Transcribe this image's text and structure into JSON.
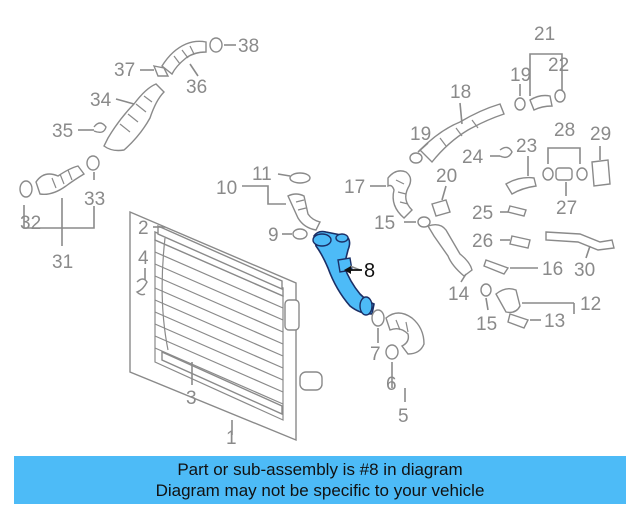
{
  "colors": {
    "parts": "#8a8a8a",
    "highlight": "#4dbbf7",
    "highlight_outline": "#1b2f66",
    "banner_bg": "#4dbbf7",
    "banner_text": "#111111"
  },
  "highlighted_part": "8",
  "callouts": [
    "1",
    "2",
    "3",
    "4",
    "5",
    "6",
    "7",
    "8",
    "9",
    "10",
    "11",
    "12",
    "13",
    "14",
    "15",
    "15",
    "16",
    "17",
    "18",
    "19",
    "19",
    "20",
    "21",
    "22",
    "23",
    "24",
    "25",
    "26",
    "27",
    "28",
    "29",
    "30",
    "31",
    "32",
    "33",
    "34",
    "35",
    "36",
    "37",
    "38"
  ],
  "banner": {
    "line1": "Part or sub-assembly is #8 in diagram",
    "line2": "Diagram may not be specific to your vehicle"
  }
}
